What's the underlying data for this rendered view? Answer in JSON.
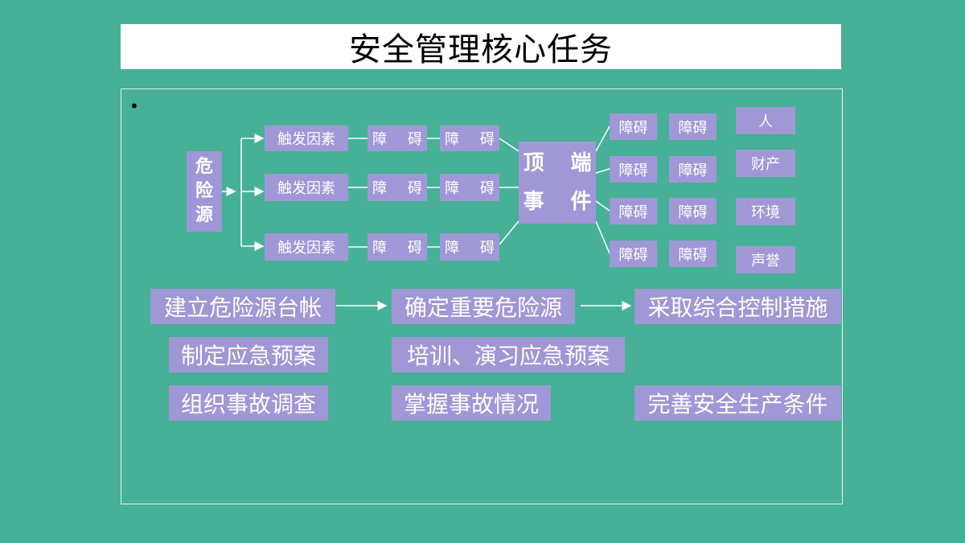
{
  "title": "安全管理核心任务",
  "bullet": "•",
  "diagram": {
    "hazard": [
      "危",
      "险",
      "源"
    ],
    "triggers": [
      "触发因素",
      "触发因素",
      "触发因素"
    ],
    "barrier_left": "障 碍",
    "top_event": [
      "顶 端",
      "事 件"
    ],
    "barrier_right": "障碍",
    "consequences": [
      "人",
      "财产",
      "环境",
      "声誉"
    ]
  },
  "tasks": {
    "row1": [
      "建立危险源台帐",
      "确定重要危险源",
      "采取综合控制措施"
    ],
    "row2": [
      "制定应急预案",
      "培训、演习应急预案"
    ],
    "row3": [
      "组织事故调查",
      "掌握事故情况",
      "完善安全生产条件"
    ]
  },
  "colors": {
    "background": "#46b197",
    "box": "#a097d6",
    "text": "#ffffff"
  }
}
